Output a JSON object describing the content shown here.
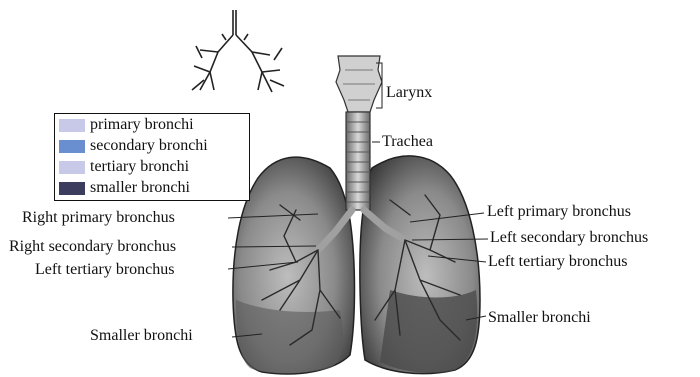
{
  "legend": {
    "items": [
      {
        "label": "primary bronchi",
        "color": "#c8c8e8"
      },
      {
        "label": "secondary bronchi",
        "color": "#6a8fd0"
      },
      {
        "label": "tertiary bronchi",
        "color": "#c8c8e8"
      },
      {
        "label": "smaller bronchi",
        "color": "#3c3c5e"
      }
    ]
  },
  "labels": {
    "larynx": "Larynx",
    "trachea": "Trachea",
    "right_primary": "Right primary bronchus",
    "right_secondary": "Right secondary bronchus",
    "left_tertiary_right_side": "Left tertiary bronchus",
    "smaller_bronchi_right": "Smaller bronchi",
    "left_primary": "Left primary bronchus",
    "left_secondary": "Left secondary bronchus",
    "left_tertiary": "Left tertiary bronchus",
    "smaller_bronchi_left": "Smaller bronchi"
  }
}
